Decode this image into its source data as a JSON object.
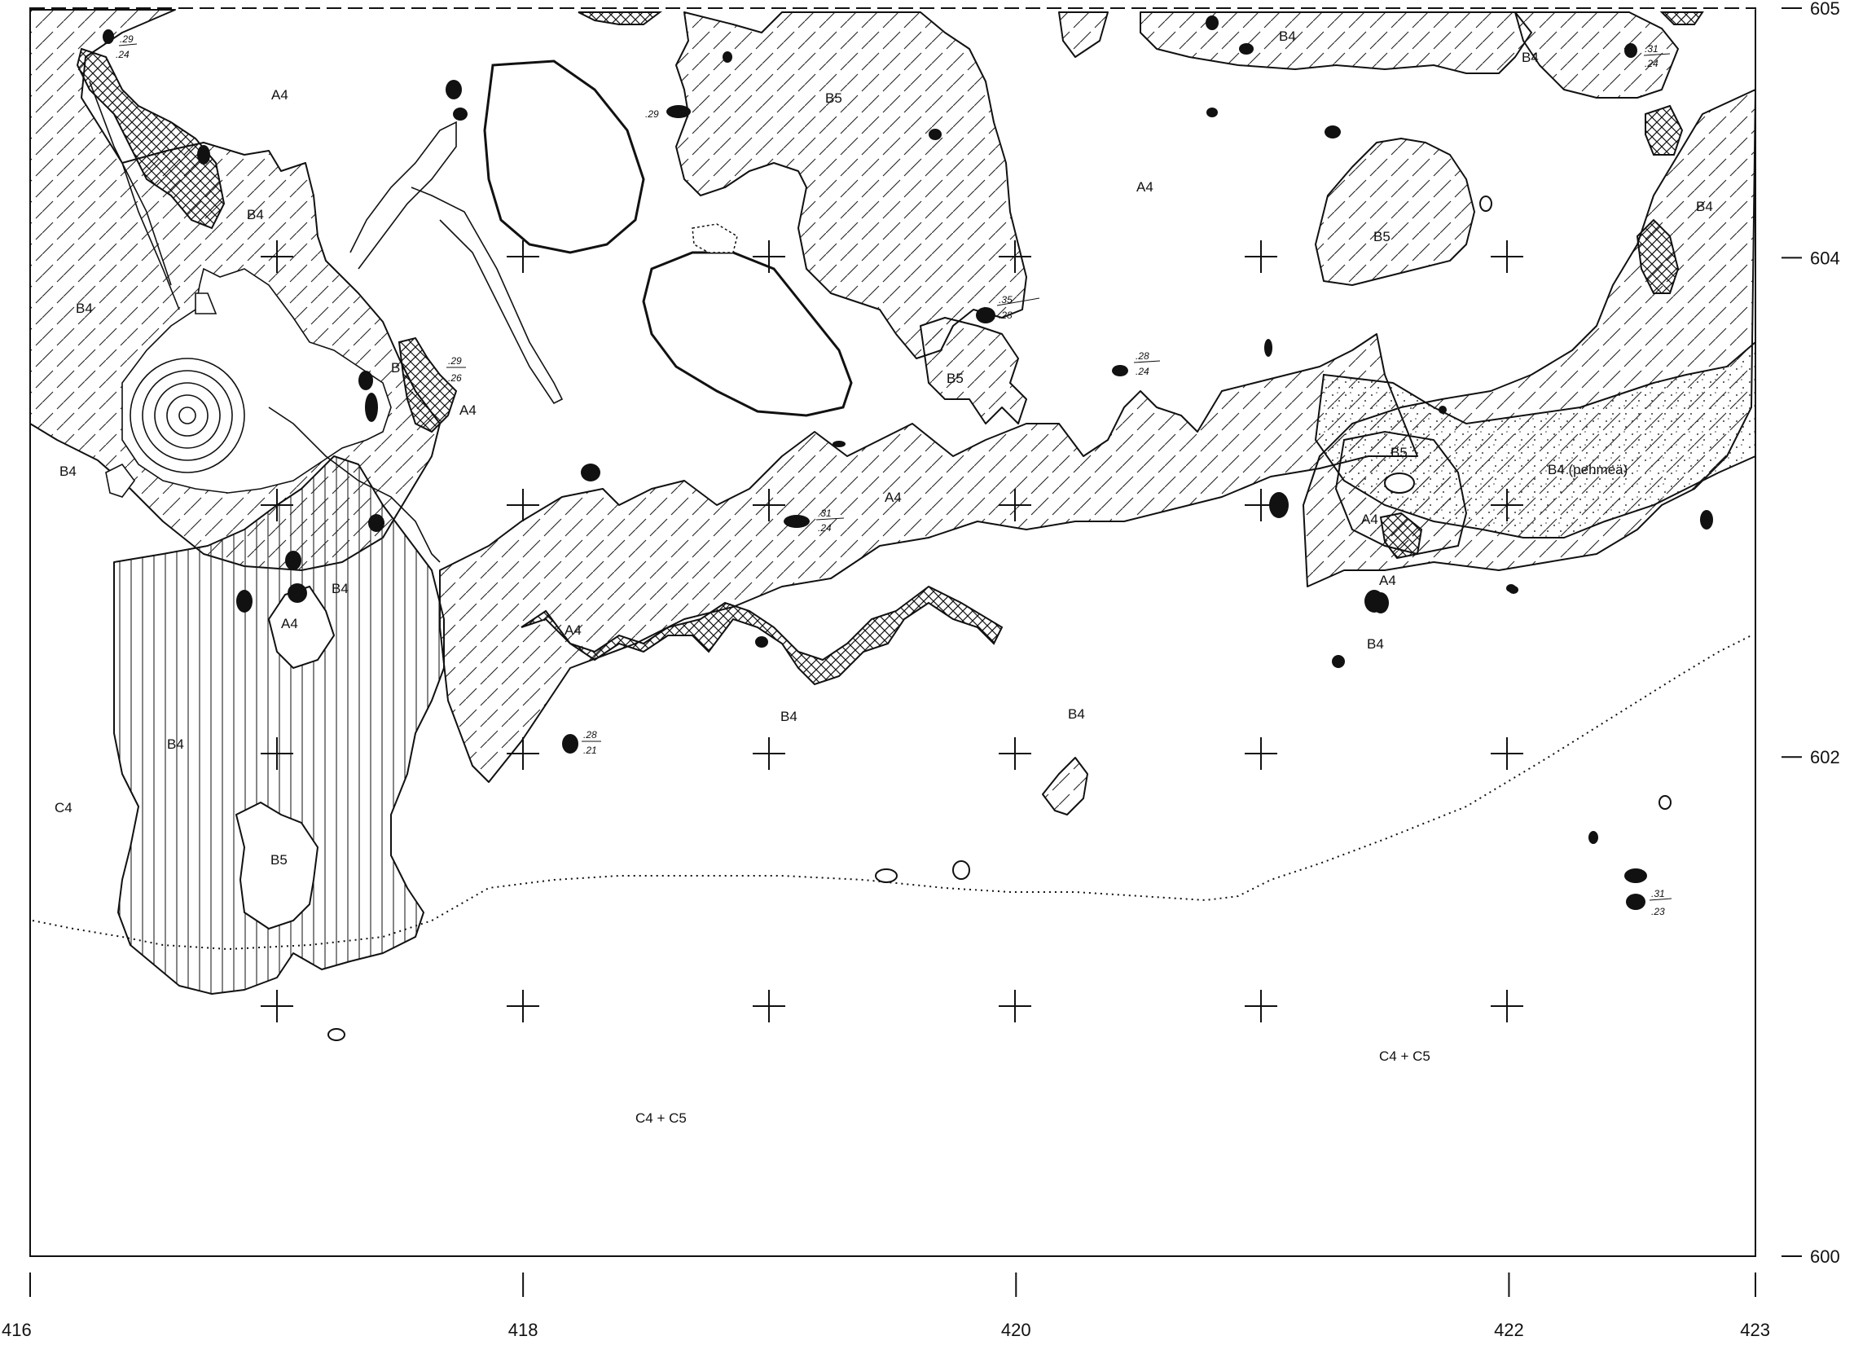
{
  "x_axis": {
    "ticks": [
      {
        "label": "416",
        "value": 416
      },
      {
        "label": "418",
        "value": 418
      },
      {
        "label": "420",
        "value": 420
      },
      {
        "label": "422",
        "value": 422
      },
      {
        "label": "423",
        "value": 423
      }
    ]
  },
  "y_axis": {
    "ticks": [
      {
        "label": "605",
        "value": 605
      },
      {
        "label": "604",
        "value": 604
      },
      {
        "label": "602",
        "value": 602
      },
      {
        "label": "600",
        "value": 600
      }
    ]
  },
  "zone_labels": {
    "a4_top": "A4",
    "a4_upper_middle": "A4",
    "a4_center": "A4",
    "a4_root_left": "A4",
    "a4_lower_left": "A4",
    "a4_ridge": "A4",
    "a4_right_small": "A4",
    "a4_right": "A4",
    "b_small": "B",
    "b4_top_right": "B4",
    "b4_top_right2": "B4",
    "b4_root": "B4",
    "b4_left": "B4",
    "b4_left_lower": "B4",
    "b4_vertical": "B4",
    "b4_vertical_lower": "B4",
    "b4_far_right": "B4",
    "b4_soft": "B4 (pehmeä)",
    "b4_bottom_center": "B4",
    "b4_bottom_mid": "B4",
    "b4_bottom_right": "B4",
    "b5_top": "B5",
    "b5_mid": "B5",
    "b5_right": "B5",
    "b5_dotted": "B5",
    "b5_bottom_left": "B5",
    "c4_left": "C4",
    "c4c5_center": "C4 + C5",
    "c4c5_right": "C4 + C5"
  },
  "measurements": {
    "m1": {
      "top": ".29",
      "bottom": ".24"
    },
    "m2": {
      "top": ".29",
      "bottom": ""
    },
    "m3": {
      "top": ".31",
      "bottom": ".24"
    },
    "m4": {
      "top": ".35",
      "bottom": ".28"
    },
    "m5": {
      "top": ".28",
      "bottom": ".24"
    },
    "m6": {
      "top": ".29",
      "bottom": ".26"
    },
    "m7": {
      "top": ".31",
      "bottom": ".24"
    },
    "m8": {
      "top": ".28",
      "bottom": ".21"
    },
    "m9": {
      "top": ".31",
      "bottom": ".23"
    }
  }
}
